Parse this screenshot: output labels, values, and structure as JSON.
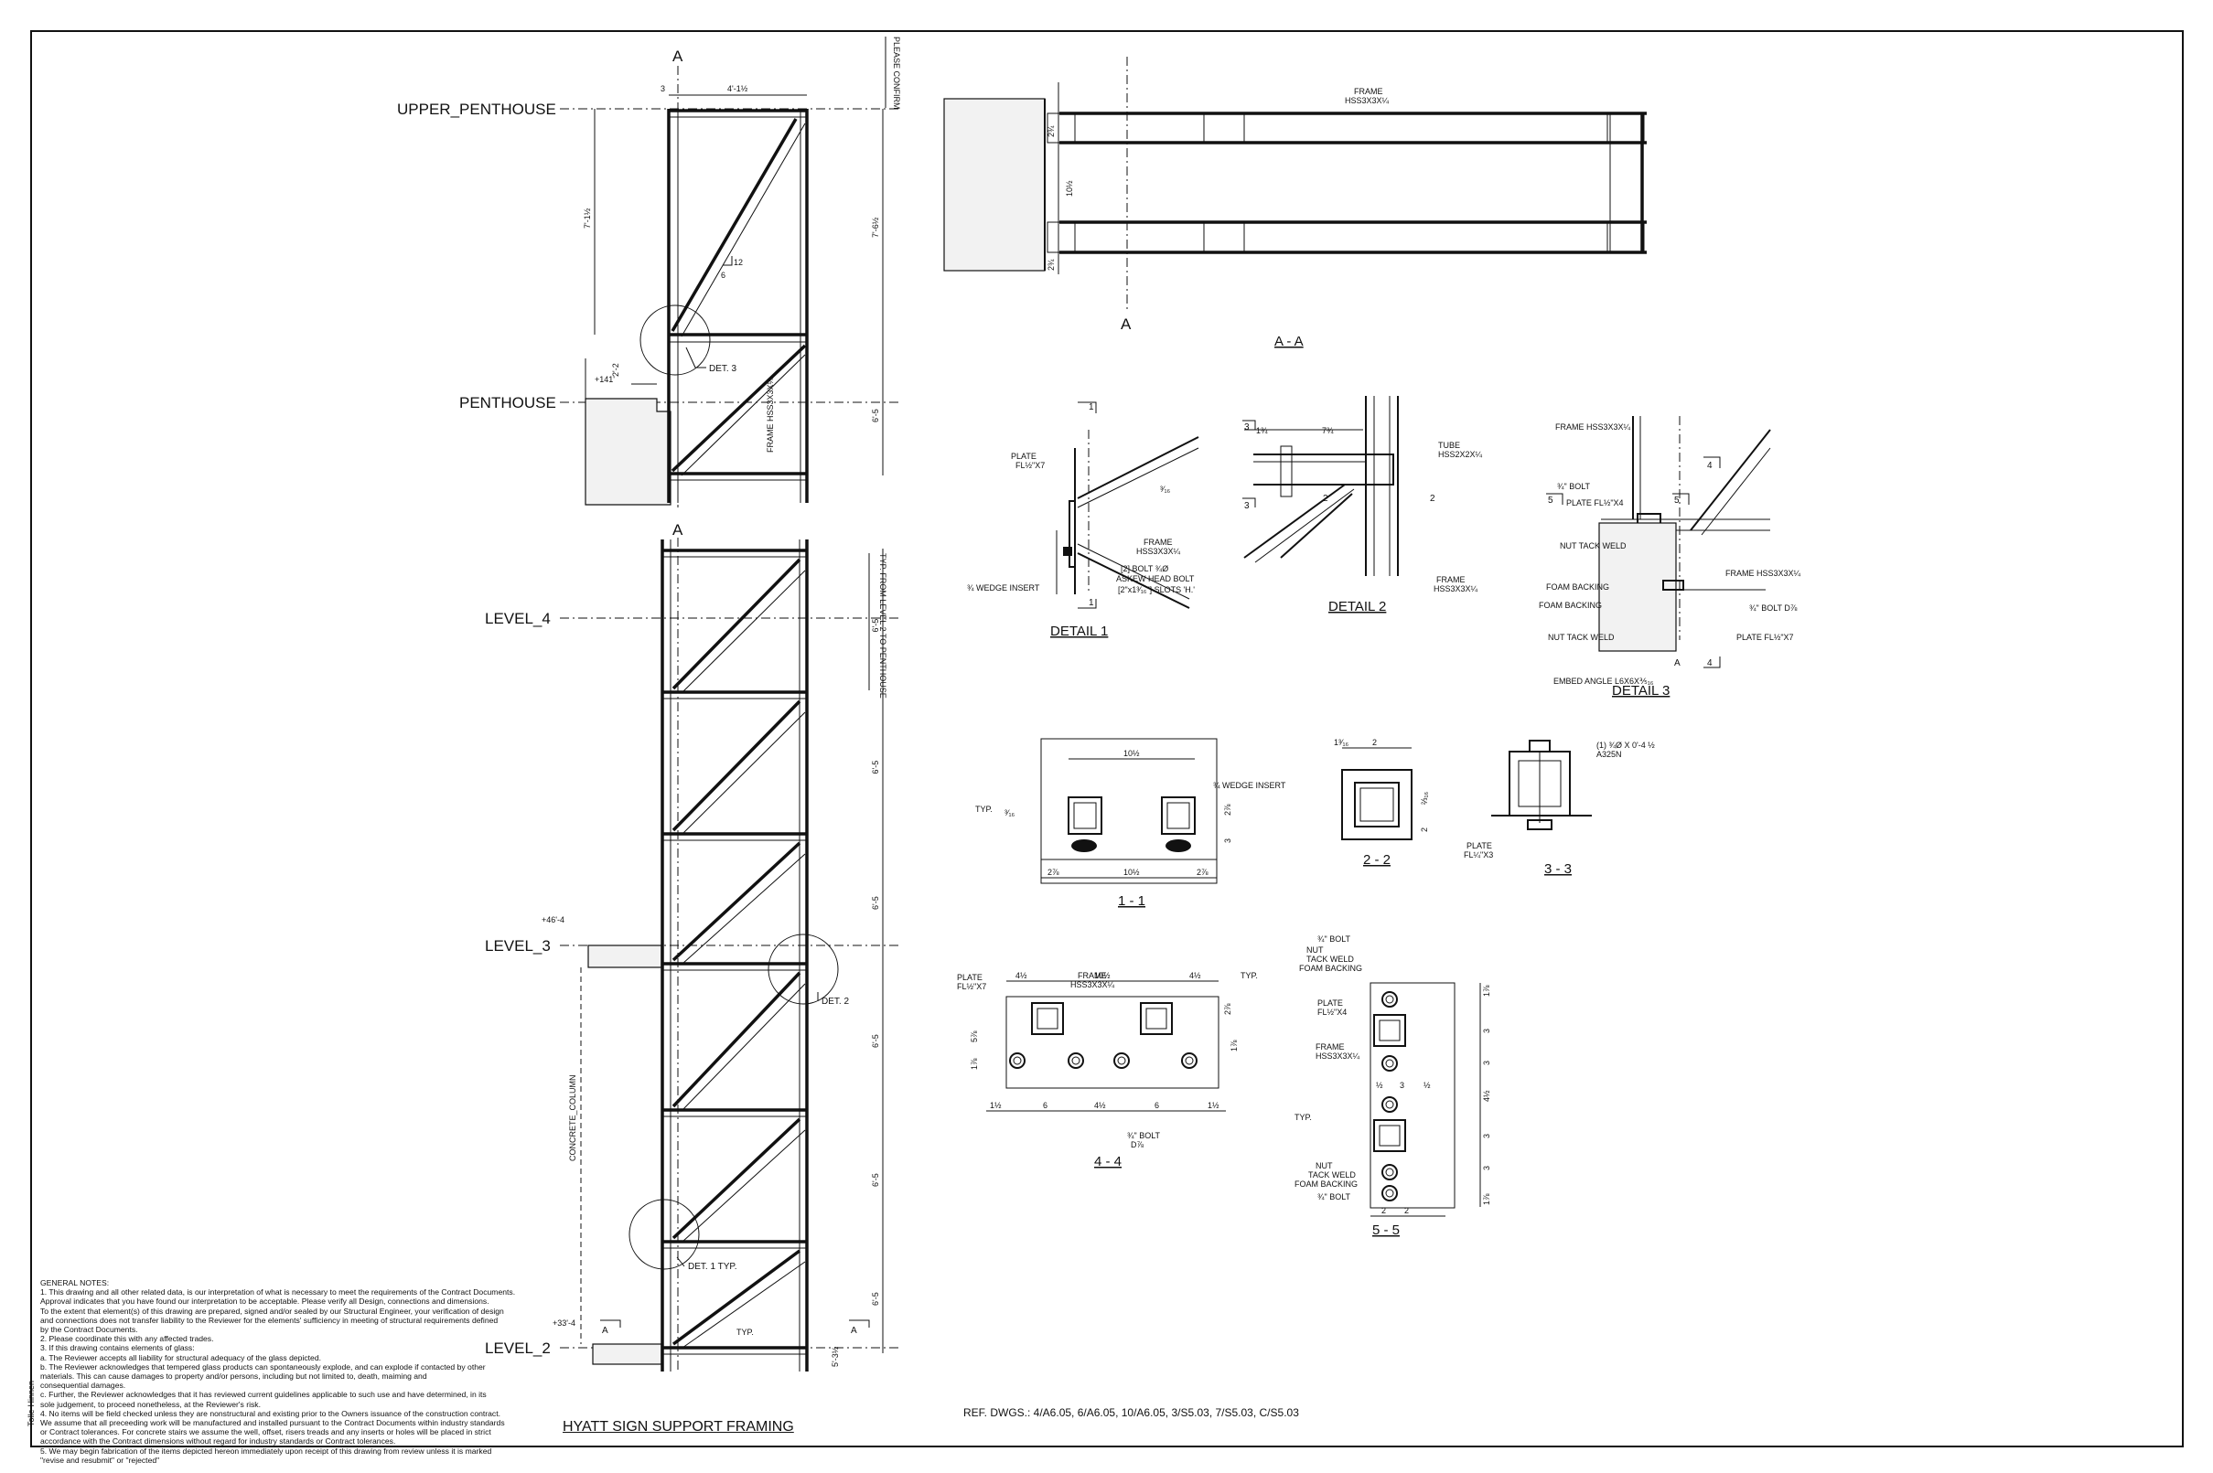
{
  "sheet": {
    "title": "HYATT SIGN SUPPORT FRAMING",
    "ref_dwgs": "REF. DWGS.: 4/A6.05, 6/A6.05, 10/A6.05, 3/S5.03, 7/S5.03, C/S5.03",
    "side_margin_text": "Tolle-Hinnen"
  },
  "elevation": {
    "levels": {
      "upper_penthouse": "UPPER_PENTHOUSE",
      "penthouse": "PENTHOUSE",
      "level_4": "LEVEL_4",
      "level_3": "LEVEL_3",
      "level_2": "LEVEL_2"
    },
    "elevations": {
      "penthouse": "+141'",
      "level_3": "+46'-4",
      "level_2": "+33'-4"
    },
    "section_mark": "A",
    "dims": {
      "top_width": "4'-1½",
      "top_offset": "3",
      "upper_height": "7'-1½",
      "upper_total": "7'-6½",
      "slope_rise": "12",
      "slope_run": "6",
      "step_dim": "2'-2",
      "penthouse_span": "6'-5",
      "bay": "6'-5",
      "bottom_dim": "5'-3½"
    },
    "labels": {
      "please_confirm": "PLEASE CONFIRM",
      "frame_member": "FRAME HSS3X3X¼",
      "typ_from_level": "TYP. FROM LEVEL 2 TO PENTHOUSE",
      "concrete_column": "CONCRETE_COLUMN",
      "det_3": "DET. 3",
      "det_2": "DET. 2",
      "det_1": "DET. 1 TYP.",
      "typ": "TYP."
    }
  },
  "section_aa": {
    "title": "A - A",
    "mark": "A",
    "frame_label_1": "FRAME",
    "frame_label_2": "HSS3X3X¼",
    "dims": {
      "d1": "2¾",
      "d2": "10½",
      "d3": "2¾"
    }
  },
  "detail_1": {
    "title": "DETAIL 1",
    "plate": [
      "PLATE",
      "FL½\"X7"
    ],
    "frame": [
      "FRAME",
      "HSS3X3X¼"
    ],
    "bolt": [
      "[2] BOLT ¾Ø",
      "ASKEW HEAD BOLT",
      "[2\"x1³⁄₁₆\"] SLOTS 'H.'"
    ],
    "insert": "¾ WEDGE INSERT",
    "weld": "³⁄₁₆",
    "cut": "1"
  },
  "detail_2": {
    "title": "DETAIL 2",
    "tube": [
      "TUBE",
      "HSS2X2X¼"
    ],
    "frame": [
      "FRAME",
      "HSS3X3X¼"
    ],
    "dims": {
      "a": "1¾",
      "b": "7¾"
    },
    "cuts": [
      "3",
      "2"
    ]
  },
  "detail_3": {
    "title": "DETAIL 3",
    "labels": [
      "FRAME HSS3X3X¼",
      "¾\" BOLT",
      "PLATE FL½\"X4",
      "NUT TACK WELD",
      "FOAM BACKING",
      "FOAM BACKING",
      "NUT TACK WELD",
      "EMBED ANGLE L6X6X⅗₁₆",
      "FRAME HSS3X3X¼",
      "¾\" BOLT D⅞",
      "PLATE FL½\"X7"
    ],
    "cuts": [
      "4",
      "5"
    ],
    "mark": "A"
  },
  "section_11": {
    "title": "1 - 1",
    "dims": {
      "top": "10½",
      "bottom": "10½",
      "left": "2⅞",
      "right": "2⅞",
      "h1": "2⅞",
      "h2": "3"
    },
    "typ": "TYP.",
    "insert": "¾ WEDGE INSERT",
    "weld": "³⁄₁₆"
  },
  "section_22": {
    "title": "2 - 2",
    "dims": [
      "1³⁄₁₆",
      "2",
      "⅔₁₆",
      "2"
    ]
  },
  "section_33": {
    "title": "3 - 3",
    "bolt": [
      "(1) ¾Ø X 0'-4 ½",
      "A325N"
    ],
    "plate": [
      "PLATE",
      "FL¼\"X3"
    ]
  },
  "section_44": {
    "title": "4 - 4",
    "plate": [
      "PLATE",
      "FL½\"X7"
    ],
    "frame": [
      "FRAME",
      "HSS3X3X¼"
    ],
    "typ": "TYP.",
    "bolt": [
      "¾\" BOLT",
      "D⅞"
    ],
    "top_dims": [
      "4½",
      "10½",
      "4½"
    ],
    "bottom_dims": [
      "1½",
      "6",
      "4½",
      "6",
      "1½"
    ],
    "side_dims": [
      "2⅞",
      "1⅞",
      "5⅞",
      "1⅞"
    ]
  },
  "section_55": {
    "title": "5 - 5",
    "labels": [
      "¾\" BOLT",
      "NUT",
      "TACK WELD",
      "FOAM BACKING",
      "PLATE",
      "FL½\"X4",
      "FRAME",
      "HSS3X3X¼",
      "TYP.",
      "NUT",
      "TACK WELD",
      "FOAM BACKING",
      "¾\" BOLT"
    ],
    "side_dims": [
      "1⅞",
      "3",
      "3",
      "4½",
      "3",
      "3",
      "1⅞"
    ],
    "mid_dims": [
      "½",
      "3",
      "½"
    ],
    "bottom_dims": [
      "2",
      "2"
    ]
  },
  "general_notes": {
    "heading": "GENERAL NOTES:",
    "lines": [
      "1. This drawing and all other related data, is our interpretation of what is necessary to meet the requirements of the Contract Documents.",
      "   Approval indicates that you have found our interpretation to be acceptable. Please verify all Design, connections and dimensions.",
      "   To the extent that element(s) of this drawing are prepared, signed and/or sealed by our Structural Engineer, your verification of design",
      "   and connections does not transfer liability to the Reviewer for the elements' sufficiency in meeting of structural requirements defined",
      "   by the Contract Documents.",
      "2. Please coordinate this with any affected trades.",
      "3. If this drawing contains elements of glass:",
      "   a. The Reviewer accepts all liability for structural adequacy of the glass depicted.",
      "   b. The Reviewer acknowledges that tempered glass products can spontaneously explode, and can explode if contacted by other",
      "      materials. This can cause damages to property and/or persons, including but not limited to, death, maiming and",
      "      consequential damages.",
      "   c. Further, the Reviewer acknowledges that it has reviewed current guidelines applicable to such use and have determined, in its",
      "      sole judgement, to proceed nonetheless, at the Reviewer's risk.",
      "4. No items will be field checked unless they are nonstructural and existing prior to the Owners issuance of the construction contract.",
      "   We assume that all preceeding work will be manufactured and installed pursuant to the Contract Documents within industry standards",
      "   or Contract tolerances. For concrete stairs we assume the well, offset, risers treads and any inserts or holes will be placed in strict",
      "   accordance with the Contract dimensions without regard for industry standards or Contract tolerances.",
      "5. We may begin fabrication of the items depicted hereon immediately upon receipt of this drawing from review unless it is marked",
      "   \"revise and resubmit\" or \"rejected\""
    ]
  }
}
